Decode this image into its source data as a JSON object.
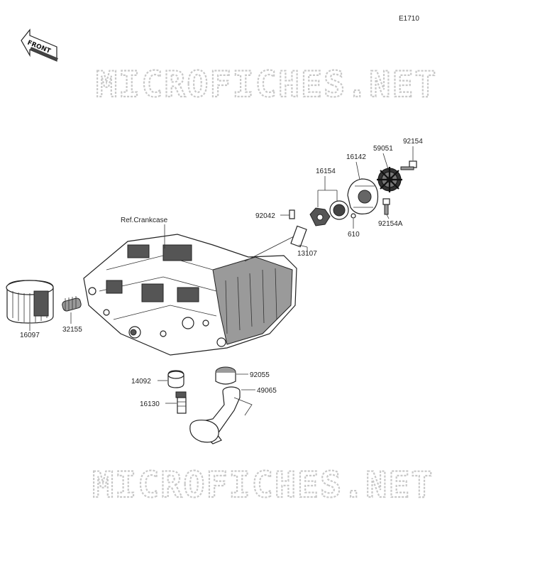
{
  "diagram_code": "E1710",
  "front_label": "FRONT",
  "watermark": "MICROFICHES.NET",
  "labels": {
    "ref_crankcase": "Ref.Crankcase",
    "p16154": "16154",
    "p16142": "16142",
    "p59051": "59051",
    "p92154": "92154",
    "p92042": "92042",
    "p610": "610",
    "p92154A": "92154A",
    "p13107": "13107",
    "p16097": "16097",
    "p32155": "32155",
    "p14092": "14092",
    "p16130": "16130",
    "p92055": "92055",
    "p49065": "49065"
  }
}
